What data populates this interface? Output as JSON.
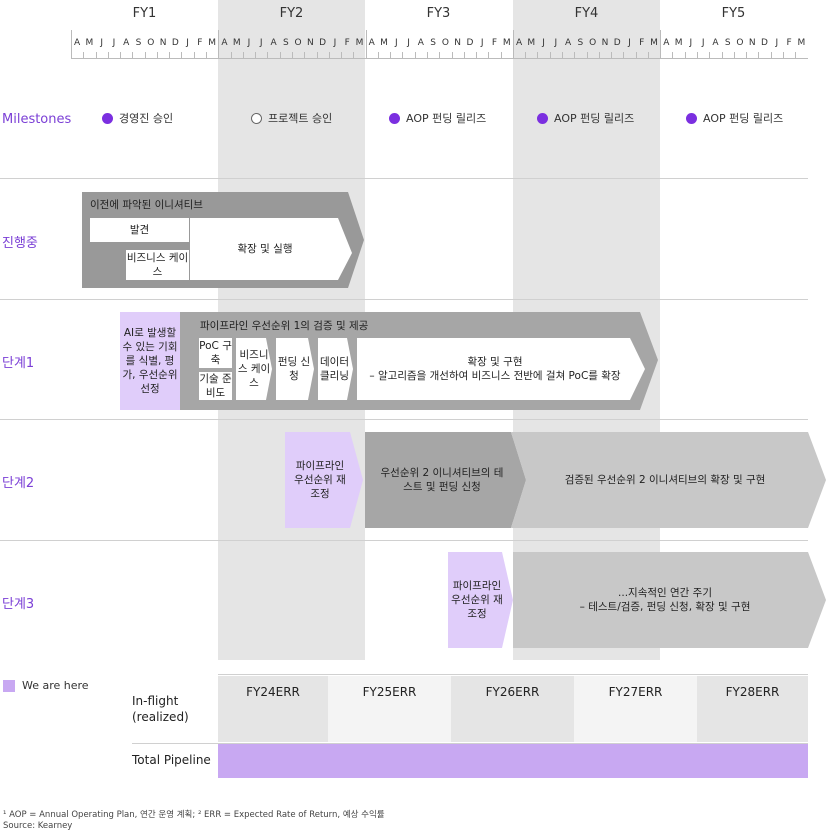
{
  "timeline": {
    "fiscal_years": [
      "FY1",
      "FY2",
      "FY3",
      "FY4",
      "FY5"
    ],
    "months": [
      "A",
      "M",
      "J",
      "J",
      "A",
      "S",
      "O",
      "N",
      "D",
      "J",
      "F",
      "M"
    ]
  },
  "rows": {
    "milestones": "Milestones",
    "in_progress": "진행중",
    "stage1": "단계1",
    "stage2": "단계2",
    "stage3": "단계3"
  },
  "milestones": [
    {
      "label": "경영진 승인",
      "style": "filled"
    },
    {
      "label": "프로젝트 승인",
      "style": "hollow"
    },
    {
      "label": "AOP 펀딩 릴리즈",
      "style": "filled"
    },
    {
      "label": "AOP 펀딩 릴리즈",
      "style": "filled"
    },
    {
      "label": "AOP 펀딩 릴리즈",
      "style": "filled"
    }
  ],
  "in_progress": {
    "banner": "이전에 파악된 이니셔티브",
    "discovery": "발견",
    "business_case": "비즈니스 케이스",
    "scale": "확장 및 실행"
  },
  "stage1": {
    "ai_box": "AI로 발생할 수 있는 기회를 식별, 평가, 우선순위 선정",
    "banner": "파이프라인 우선순위 1의 검증 및 제공",
    "poc": "PoC 구축",
    "tech": "기술 준비도",
    "business_case": "비즈니스 케이스",
    "funding": "펀딩 신청",
    "data": "데이터 클리닝",
    "scale_title": "확장 및 구현",
    "scale_desc": "– 알고리즘을 개선하여 비즈니스 전반에 걸쳐 PoC를 확장"
  },
  "stage2": {
    "reprio": "파이프라인 우선순위 재조정",
    "test": "우선순위 2 이니셔티브의 테스트 및 펀딩 신청",
    "scale": "검증된 우선순위 2 이니셔티브의 확장 및 구현"
  },
  "stage3": {
    "reprio": "파이프라인 우선순위 재조정",
    "cycle_title": "...지속적인 연간 주기",
    "cycle_desc": "– 테스트/검증, 펀딩 신청, 확장 및 구현"
  },
  "legend": {
    "we_are_here": "We are here"
  },
  "table": {
    "inflight_label": "In-flight (realized)",
    "total_label": "Total Pipeline",
    "columns": [
      "FY24ERR",
      "FY25ERR",
      "FY26ERR",
      "FY27ERR",
      "FY28ERR"
    ]
  },
  "colors": {
    "accent_purple": "#7b2fe0",
    "light_purple": "#e0cdfa",
    "total_bar": "#c8a8f2",
    "dark_gray": "#999999",
    "mid_gray": "#a6a6a6",
    "light_gray": "#c8c8c8"
  },
  "footnote": {
    "line1": "¹ AOP = Annual Operating Plan, 연간 운영 계획; ² ERR = Expected Rate of Return, 예상 수익률",
    "line2": "Source: Kearney"
  }
}
